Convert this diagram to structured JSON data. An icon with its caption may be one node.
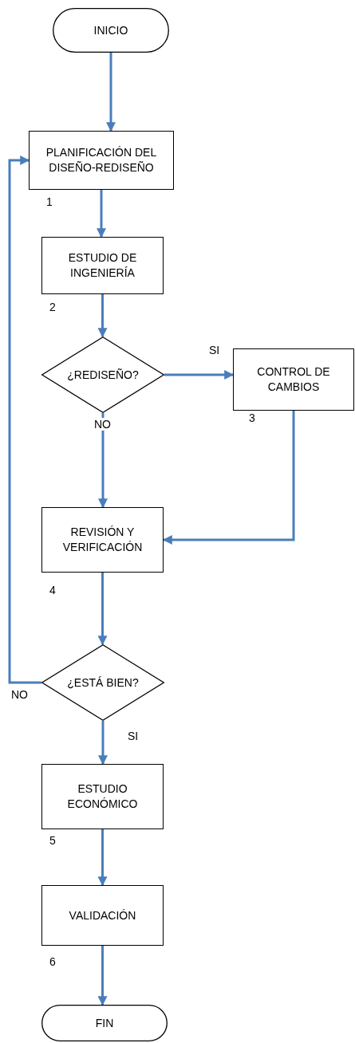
{
  "diagram": {
    "nodes": [
      {
        "text": [
          "INICIO"
        ]
      },
      {
        "text": [
          "PLANIFICACIÓN DEL DISEÑO-REDISEÑO"
        ],
        "beside": [
          "1"
        ]
      },
      {
        "text": [
          "ESTUDIO DE INGENIERÍA"
        ],
        "beside": [
          "2"
        ]
      },
      {
        "text": [
          "¿REDISEÑO?"
        ]
      },
      {
        "text": [
          "CONTROL DE CAMBIOS"
        ],
        "beside": [
          "3"
        ]
      },
      {
        "text": [
          "REVISIÓN Y VERIFICACIÓN"
        ],
        "beside": [
          "4"
        ]
      },
      {
        "text": [
          "¿ESTÁ BIEN?"
        ]
      },
      {
        "text": [
          "ESTUDIO ECONÓMICO"
        ],
        "beside": [
          "5"
        ]
      },
      {
        "text": [
          "VALIDACIÓN"
        ],
        "beside": [
          "6"
        ]
      },
      {
        "text": [
          "FIN"
        ]
      }
    ],
    "edges": [
      {
        "from": 0,
        "to": 1,
        "arrow": "to"
      },
      {
        "from": 1,
        "to": 2,
        "arrow": "to"
      },
      {
        "from": 2,
        "to": 3,
        "arrow": "to"
      },
      {
        "from": 3,
        "to": 4,
        "arrow": "to",
        "label": "SI"
      },
      {
        "from": 3,
        "to": 5,
        "arrow": "to",
        "label": "NO"
      },
      {
        "from": 4,
        "to": 5,
        "arrow": "to"
      },
      {
        "from": 5,
        "to": 6,
        "arrow": "to"
      },
      {
        "from": 6,
        "to": 1,
        "arrow": "to",
        "label": "NO"
      },
      {
        "from": 6,
        "to": 7,
        "arrow": "to",
        "label": "SI"
      },
      {
        "from": 7,
        "to": 8,
        "arrow": "to"
      },
      {
        "from": 8,
        "to": 9,
        "arrow": "to"
      }
    ]
  }
}
